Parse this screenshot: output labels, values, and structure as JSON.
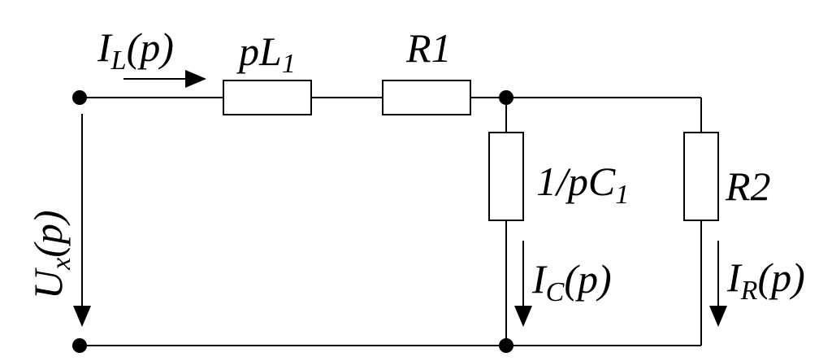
{
  "labels": {
    "il_main": "I",
    "il_sub": "L",
    "il_tail": "(p)",
    "pl_main": "pL",
    "pl_sub": "1",
    "r1": "R1",
    "c_main": "1/pC",
    "c_sub": "1",
    "r2": "R2",
    "ux_main": "U",
    "ux_sub": "x",
    "ux_tail": "(p)",
    "ic_main": "I",
    "ic_sub": "C",
    "ic_tail": "(p)",
    "ir_main": "I",
    "ir_sub": "R",
    "ir_tail": "(p)"
  },
  "colors": {
    "line": "#000000",
    "background": "#ffffff"
  }
}
